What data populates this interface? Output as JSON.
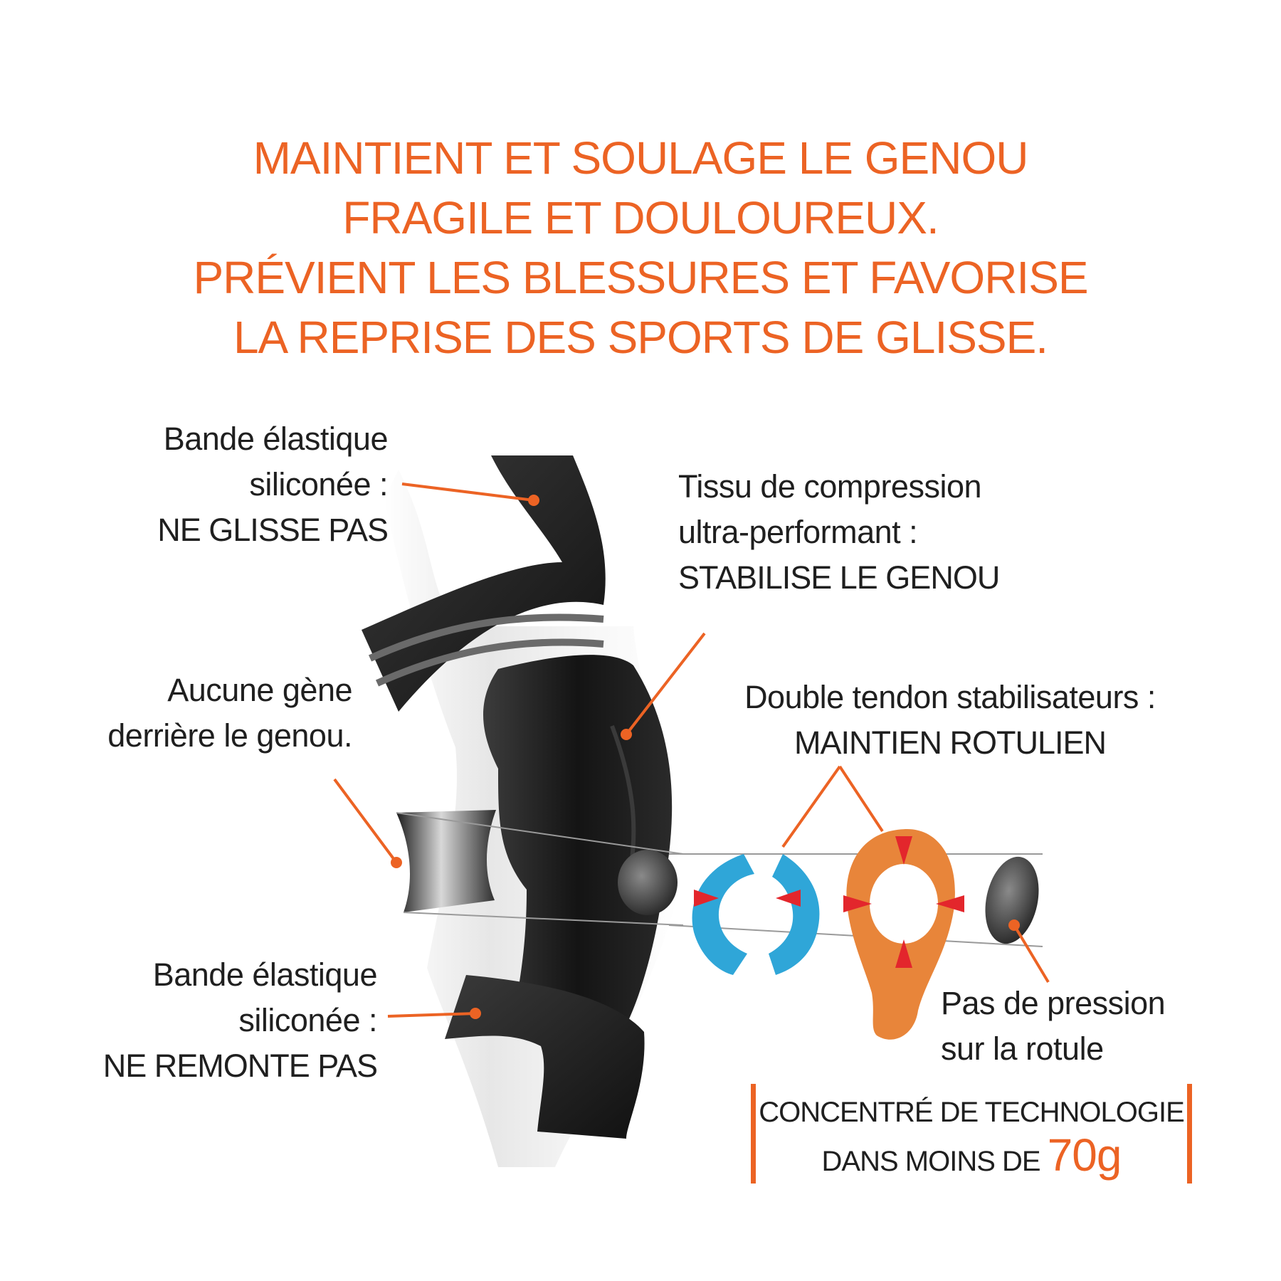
{
  "headline": {
    "lines": [
      "MAINTIENT ET SOULAGE LE GENOU",
      "FRAGILE ET DOULOUREUX.",
      "PRÉVIENT LES BLESSURES ET FAVORISE",
      "LA REPRISE DES SPORTS DE GLISSE."
    ]
  },
  "labels": {
    "top_band": {
      "line1": "Bande élastique",
      "line2": "siliconée :",
      "line3": "NE GLISSE PAS"
    },
    "compression": {
      "line1": "Tissu de compression",
      "line2": "ultra-performant :",
      "line3": "STABILISE LE GENOU"
    },
    "back_knee": {
      "line1": "Aucune gène",
      "line2": "derrière le genou."
    },
    "tendon": {
      "line1": "Double tendon stabilisateurs :",
      "line2": "MAINTIEN ROTULIEN"
    },
    "bottom_band": {
      "line1": "Bande élastique",
      "line2": "siliconée :",
      "line3": "NE REMONTE PAS"
    },
    "patella": {
      "line1": "Pas de pression",
      "line2": "sur la rotule"
    }
  },
  "technology": {
    "line1": "CONCENTRÉ DE TECHNOLOGIE",
    "line2_prefix": "DANS MOINS DE ",
    "weight": "70g"
  },
  "colors": {
    "accent": "#ec6324",
    "text": "#1f1f1f",
    "tendon_blue": "#2fa6d8",
    "tendon_orange": "#e8853a",
    "arrow_red": "#e3262c"
  }
}
